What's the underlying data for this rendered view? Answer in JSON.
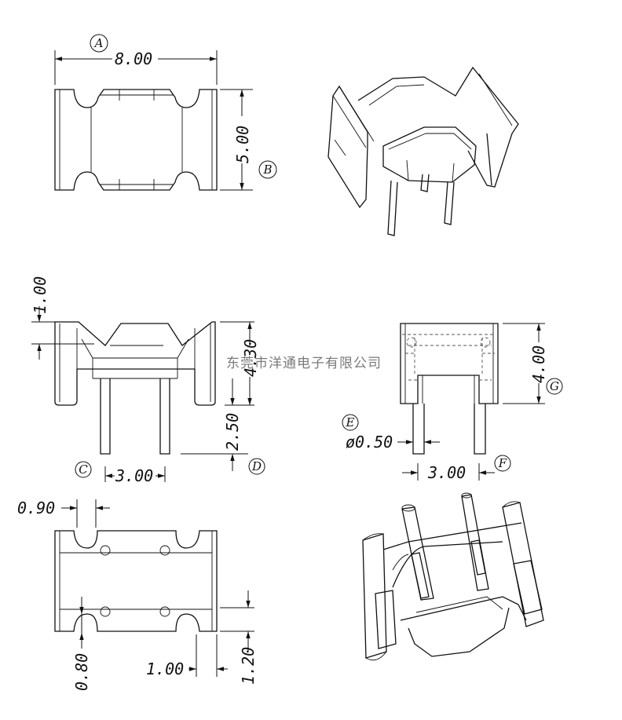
{
  "dimensions": {
    "width_top": "8.00",
    "height_top": "5.00",
    "step_height": "1.00",
    "body_height": "4.30",
    "pin_length": "2.50",
    "pin_pitch_front": "3.00",
    "total_height_side": "4.00",
    "pin_diameter": "ø0.50",
    "pin_pitch_side": "3.00",
    "slot_width": "0.90",
    "slot_depth": "0.80",
    "edge_offset": "1.00",
    "pin_offset": "1.20"
  },
  "callouts": [
    "A",
    "B",
    "C",
    "D",
    "E",
    "F",
    "G"
  ],
  "watermark": "东莞市洋通电子有限公司"
}
